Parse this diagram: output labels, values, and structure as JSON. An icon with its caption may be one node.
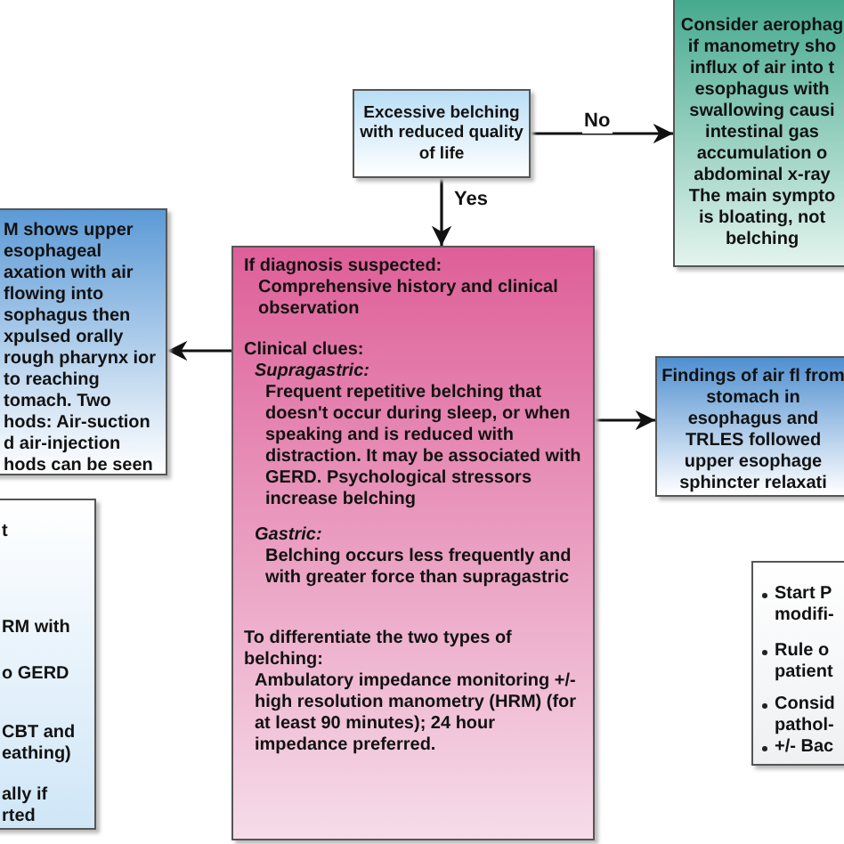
{
  "diagram": {
    "nodes": [
      {
        "text": [
          "Excessive belching with reduced quality of life"
        ]
      },
      {
        "text": [
          "Consider aerophag if manometry sho influx of air into t esophagus with swallowing causi intestinal gas accumulation o abdominal x-ray The main sympto is bloating, not belching"
        ]
      },
      {
        "text": [
          "M shows upper esophageal axation with air flowing into sophagus then xpulsed orally rough pharynx ior to reaching tomach. Two hods: Air-suction d air-injection hods can be seen"
        ]
      },
      {
        "text": [
          "If diagnosis suspected:",
          "Comprehensive history and clinical observation",
          "Clinical clues:",
          "Supragastric:",
          "Frequent repetitive belching that doesn't occur during sleep, or when speaking and is reduced with distraction. It may be associated with GERD. Psychological stressors increase belching",
          "Gastric:",
          "Belching occurs less frequently and with greater force than supragastric",
          "To differentiate the two types of belching:",
          "Ambulatory impedance monitoring +/- high resolution manometry (HRM) (for at least 90 minutes); 24 hour impedance preferred."
        ]
      },
      {
        "text": [
          "Findings of air fl from stomach in esophagus and TRLES followed upper esophage sphincter relaxati"
        ]
      },
      {
        "text": [
          "t",
          "RM with",
          "o GERD",
          "CBT and",
          "eathing)",
          "ally if",
          "rted"
        ]
      },
      {
        "text": [
          "Start P modifi-",
          "Rule o patient",
          "Consid pathol-",
          "+/- Bac"
        ]
      }
    ],
    "edges": [
      {
        "from": 0,
        "to": 1,
        "arrow": "to",
        "label": "No"
      },
      {
        "from": 0,
        "to": 3,
        "arrow": "to",
        "label": "Yes"
      },
      {
        "from": 3,
        "to": 2,
        "arrow": "to"
      },
      {
        "from": 3,
        "to": 4,
        "arrow": "to"
      }
    ]
  }
}
